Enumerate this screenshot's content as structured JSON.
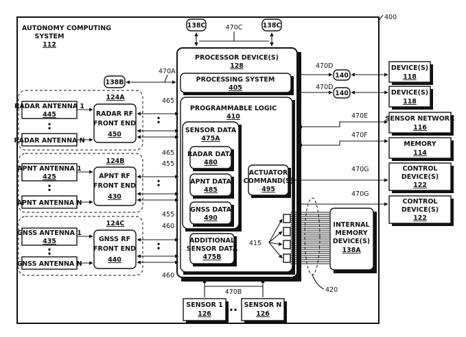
{
  "figure_number": "400",
  "system": {
    "title1": "AUTONOMY COMPUTING",
    "title2": "SYSTEM",
    "ref": "112"
  },
  "processor": {
    "title": "PROCESSOR DEVICE(S)",
    "ref": "128"
  },
  "processing_system": {
    "title": "PROCESSING SYSTEM",
    "ref": "405"
  },
  "programmable_logic": {
    "title": "PROGRAMMABLE LOGIC",
    "ref": "410"
  },
  "sensor_data": {
    "title": "SENSOR DATA",
    "ref": "475A"
  },
  "radar_data": {
    "title": "RADAR DATA",
    "ref": "480"
  },
  "apnt_data": {
    "title": "APNT DATA",
    "ref": "485"
  },
  "gnss_data": {
    "title": "GNSS DATA",
    "ref": "490"
  },
  "additional": {
    "line1": "ADDITIONAL",
    "line2": "SENSOR DATA",
    "ref": "475B"
  },
  "actuator": {
    "line1": "ACTUATOR",
    "line2": "COMMAND(S)",
    "ref": "495"
  },
  "internal_memory": {
    "line1": "INTERNAL",
    "line2": "MEMORY",
    "line3": "DEVICE(S)",
    "ref": "138A"
  },
  "groups": [
    {
      "ref": "124A",
      "antenna1": "RADAR ANTENNA 1",
      "antenna1_ref": "445",
      "antennaN": "RADAR ANTENNA N",
      "fe1": "RADAR RF",
      "fe2": "FRONT END",
      "fe_ref": "450",
      "bus_ref": "465"
    },
    {
      "ref": "124B",
      "antenna1": "APNT ANTENNA 1",
      "antenna1_ref": "425",
      "antennaN": "APNT ANTENNA N",
      "fe1": "APNT RF",
      "fe2": "FRONT END",
      "fe_ref": "430",
      "bus_ref": "455"
    },
    {
      "ref": "124C",
      "antenna1": "GNSS ANTENNA 1",
      "antenna1_ref": "435",
      "antennaN": "GNSS ANTENNA N",
      "fe1": "GNSS RF",
      "fe2": "FRONT END",
      "fe_ref": "440",
      "bus_ref": "460"
    }
  ],
  "right": [
    {
      "line1": "DEVICE(S)",
      "ref": "118"
    },
    {
      "line1": "DEVICE(S)",
      "ref": "118"
    },
    {
      "line1": "SENSOR NETWORK",
      "ref": "116"
    },
    {
      "line1": "MEMORY",
      "ref": "114"
    },
    {
      "line1": "CONTROL",
      "line2": "DEVICE(S)",
      "ref": "122"
    },
    {
      "line1": "CONTROL",
      "line2": "DEVICE(S)",
      "ref": "122"
    }
  ],
  "connectors": {
    "c138c": "138C",
    "c138b": "138B",
    "c140": "140"
  },
  "refs": {
    "r470a": "470A",
    "r470b": "470B",
    "r470c": "470C",
    "r470d": "470D",
    "r470e": "470E",
    "r470f": "470F",
    "r470g": "470G",
    "r415": "415",
    "r420": "420"
  },
  "sensors": [
    {
      "title": "SENSOR 1",
      "ref": "126"
    },
    {
      "title": "SENSOR N",
      "ref": "126"
    }
  ]
}
